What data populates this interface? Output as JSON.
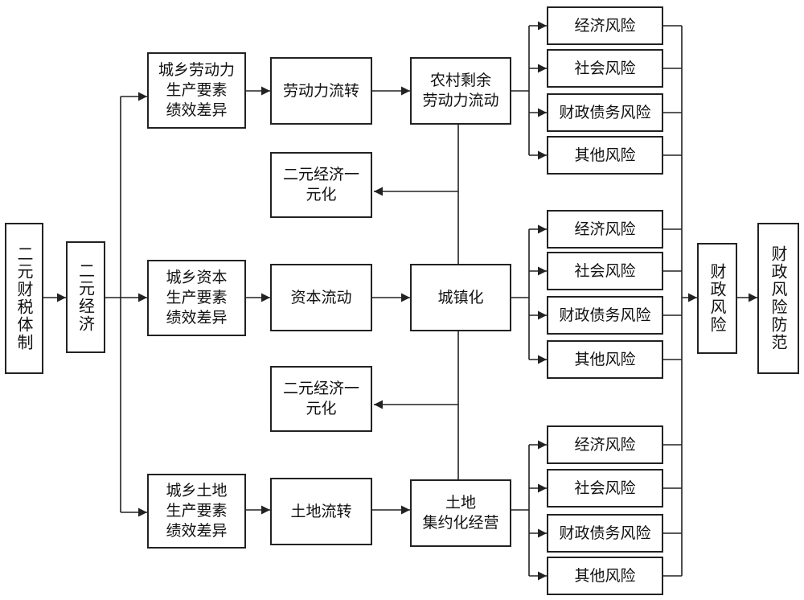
{
  "nodes": {
    "dual_fiscal": "二元财税体制",
    "dual_economy": "二元经济",
    "labor_perf": "城乡劳动力\n生产要素\n绩效差异",
    "capital_perf": "城乡资本\n生产要素\n绩效差异",
    "land_perf": "城乡土地\n生产要素\n绩效差异",
    "labor_flow": "劳动力流转",
    "capital_flow": "资本流动",
    "land_flow": "土地流转",
    "rural_labor": "农村剩余\n劳动力流动",
    "urbanization": "城镇化",
    "land_intensive": "土地\n集约化经营",
    "integration_1": "二元经济一\n元化",
    "integration_2": "二元经济一\n元化",
    "fiscal_risk": "财政风险",
    "risk_prevention": "财政风险防范"
  },
  "risk_groups": [
    {
      "economic": "经济风险",
      "social": "社会风险",
      "debt": "财政债务风险",
      "other": "其他风险"
    },
    {
      "economic": "经济风险",
      "social": "社会风险",
      "debt": "财政债务风险",
      "other": "其他风险"
    },
    {
      "economic": "经济风险",
      "social": "社会风险",
      "debt": "财政债务风险",
      "other": "其他风险"
    }
  ],
  "colors": {
    "line": "#222222",
    "text": "#111111",
    "background": "#ffffff"
  }
}
